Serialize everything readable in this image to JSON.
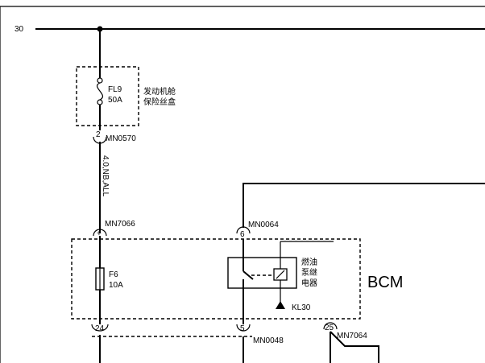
{
  "bus": {
    "label": "30"
  },
  "fuse_box": {
    "fuse_name": "FL9",
    "fuse_rating": "50A",
    "box_label_line1": "发动机舱",
    "box_label_line2": "保险丝盒"
  },
  "connectors": {
    "c_out": {
      "pin": "2",
      "name": "MN0570"
    },
    "c_in_plus": {
      "pin": "+",
      "name": "MN7066"
    },
    "c_pin6": {
      "pin": "6",
      "name": "MN0064"
    },
    "c_pin24": {
      "pin": "24"
    },
    "c_pin5": {
      "pin": "5",
      "name": "MN0048"
    },
    "c_pin25": {
      "pin": "25",
      "name": "MN7064"
    }
  },
  "wire_spec": "4.0,NB,ALL",
  "bcm": {
    "label": "BCM",
    "fuse_name": "F6",
    "fuse_rating": "10A",
    "relay_label_line1": "燃油",
    "relay_label_line2": "泵继",
    "relay_label_line3": "电器",
    "ground_label": "KL30"
  }
}
